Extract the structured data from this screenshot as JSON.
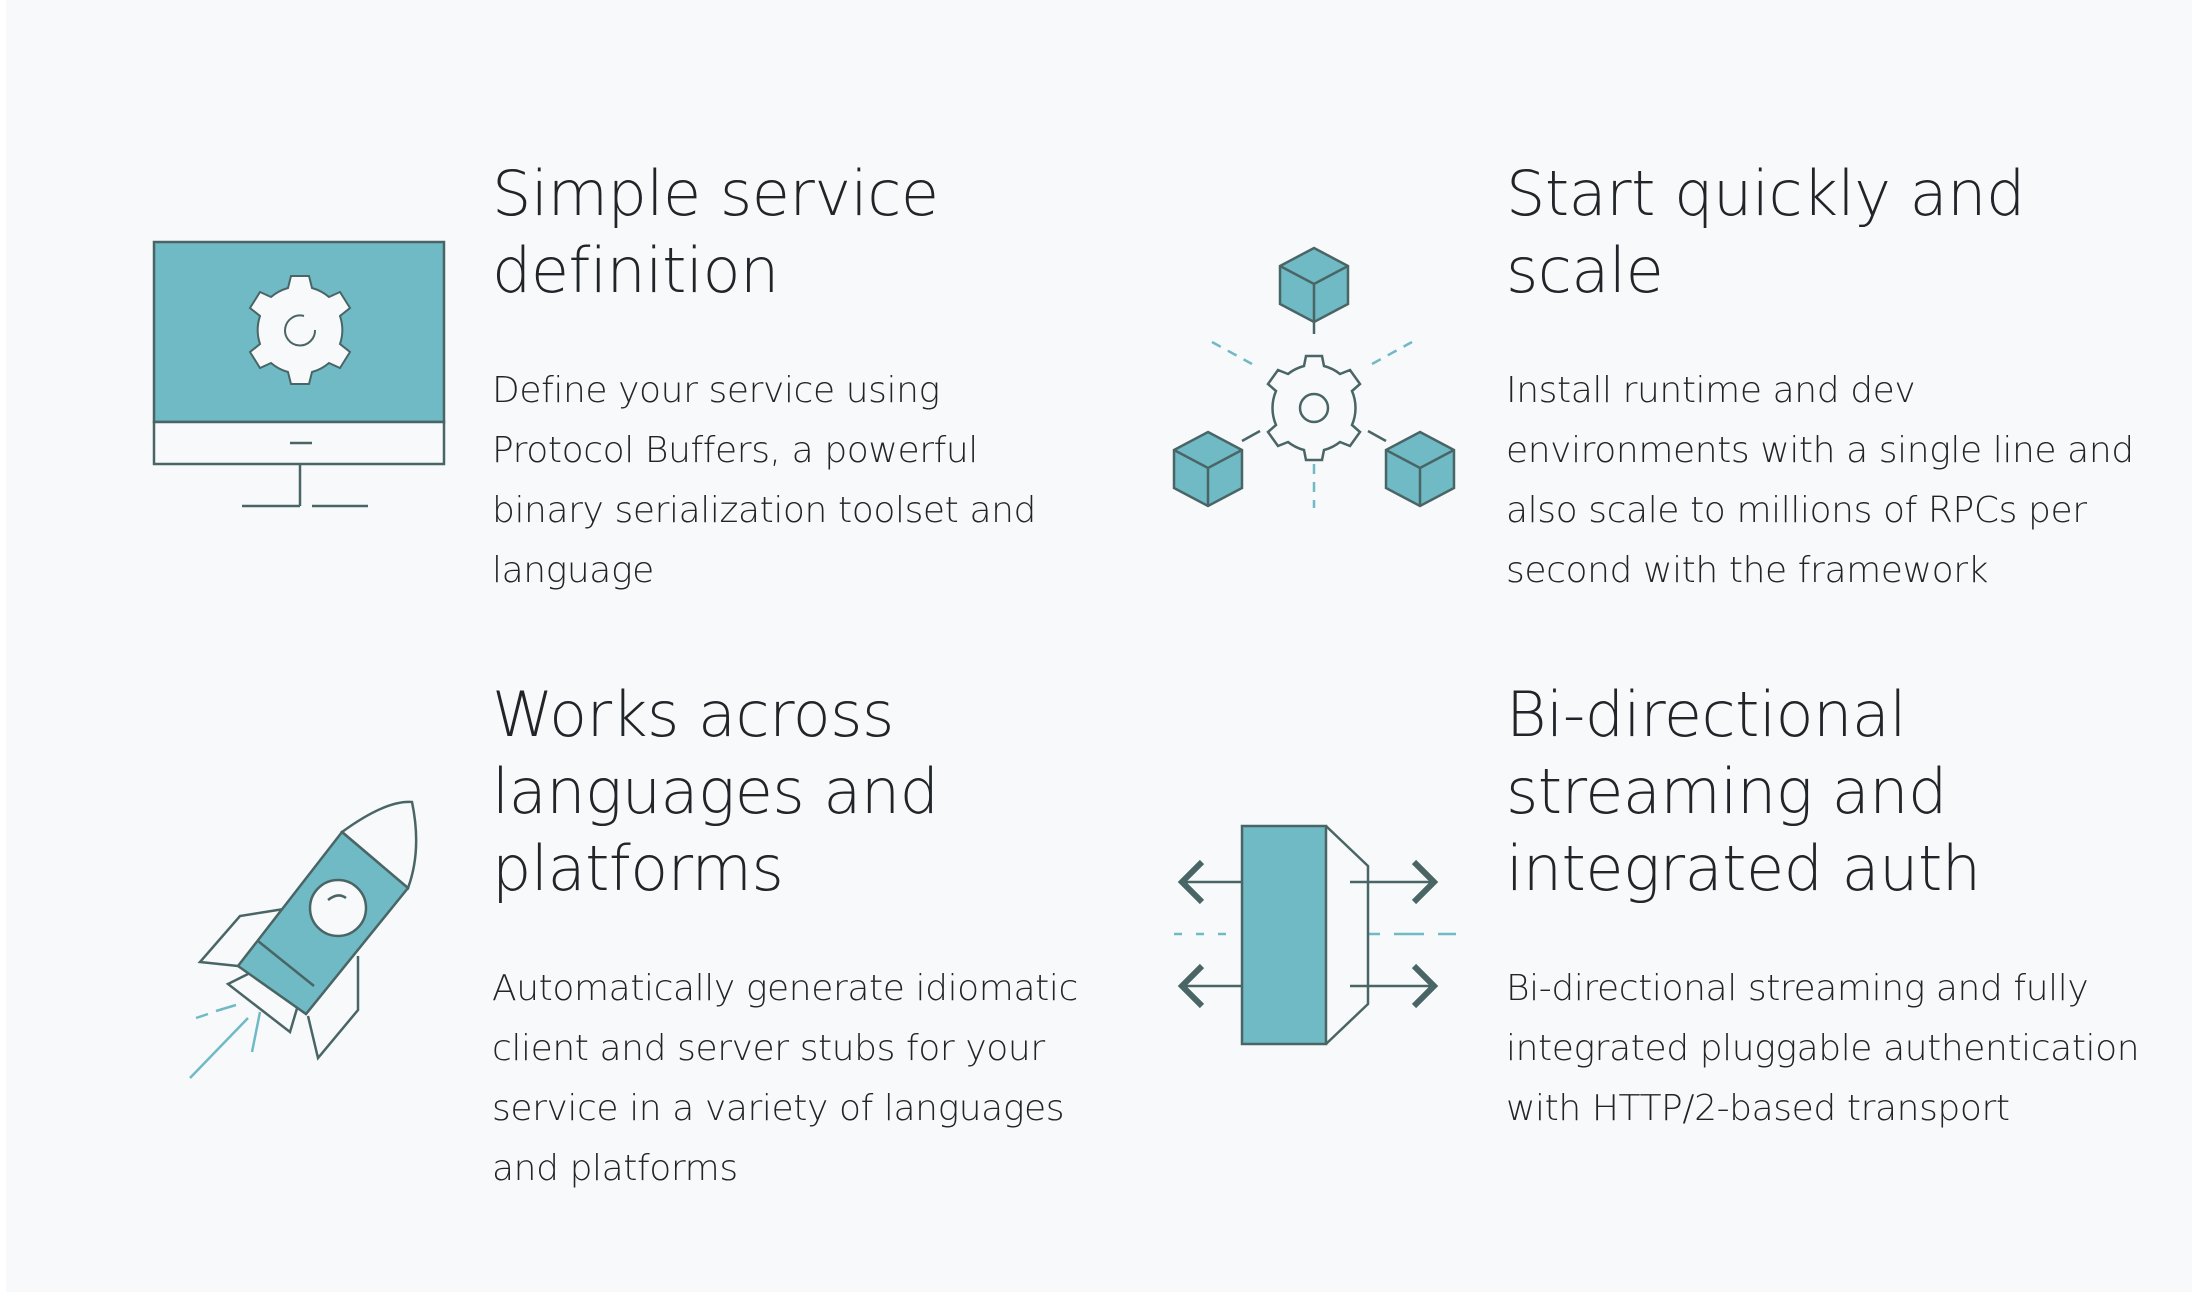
{
  "colors": {
    "accent_teal": "#6fbac4",
    "stroke_dark": "#4a6566",
    "background": "#f8f9fa",
    "text": "#212529"
  },
  "features": [
    {
      "title_lines": [
        "Simple service",
        "definition"
      ],
      "description": "Define your service using Protocol Buffers, a powerful binary serialization toolset and language",
      "icon": "monitor-gear-icon"
    },
    {
      "title_lines": [
        "Start quickly and",
        "scale"
      ],
      "description": "Install runtime and dev environments with a single line and also scale to millions of RPCs per second with the framework",
      "icon": "gear-cubes-icon"
    },
    {
      "title_lines": [
        "Works across",
        "languages and",
        "platforms"
      ],
      "description": "Automatically generate idiomatic client and server stubs for your service in a variety of languages and platforms",
      "icon": "rocket-icon"
    },
    {
      "title_lines": [
        "Bi-directional",
        "streaming and",
        "integrated auth"
      ],
      "description": "Bi-directional streaming and fully integrated pluggable authentication with HTTP/2-based transport",
      "icon": "bidirectional-stream-icon"
    }
  ]
}
